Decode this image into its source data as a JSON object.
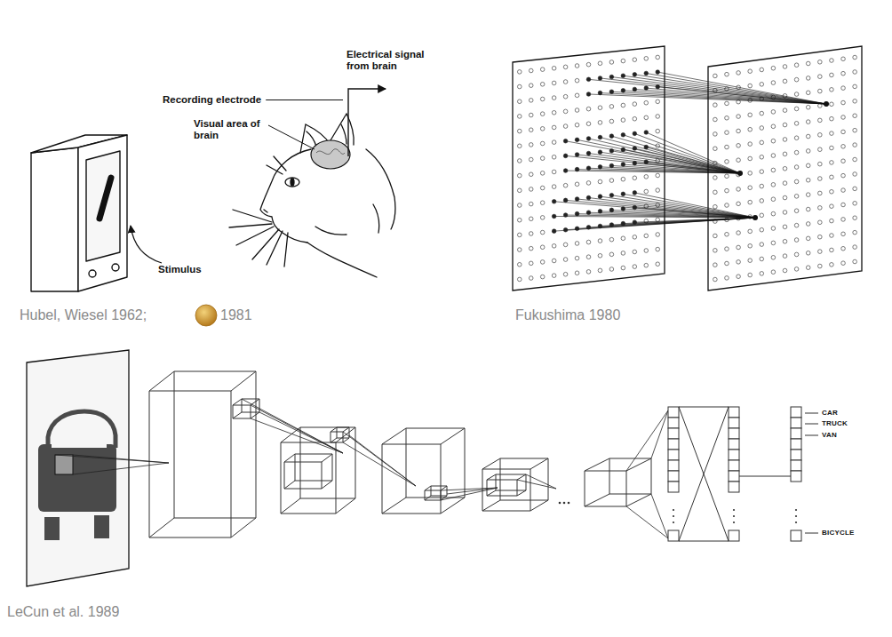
{
  "diagram": {
    "labels": [
      "Electrical signal from brain",
      "Recording electrode",
      "Visual area of brain",
      "Stimulus",
      "Hubel, Wiesel 1962;",
      "1981",
      "Fukushima 1980",
      "LeCun et al. 1989",
      "CAR",
      "TRUCK",
      "VAN",
      "BICYCLE"
    ]
  }
}
